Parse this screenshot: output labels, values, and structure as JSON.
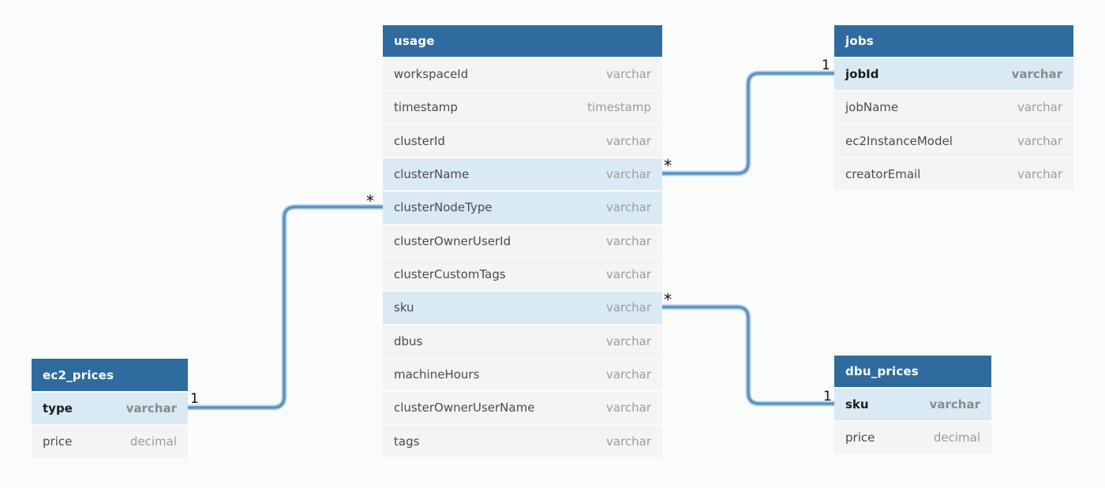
{
  "diagram": {
    "colors": {
      "header_bg": "#2f6b9f",
      "row_bg": "#f4f4f4",
      "highlight_bg": "#daeaf4",
      "connector": "#5b94c6",
      "page_bg": "#fafbfb"
    },
    "tables": {
      "usage": {
        "title": "usage",
        "fields": [
          {
            "name": "workspaceId",
            "type": "varchar"
          },
          {
            "name": "timestamp",
            "type": "timestamp"
          },
          {
            "name": "clusterId",
            "type": "varchar"
          },
          {
            "name": "clusterName",
            "type": "varchar",
            "highlight": true
          },
          {
            "name": "clusterNodeType",
            "type": "varchar",
            "highlight": true
          },
          {
            "name": "clusterOwnerUserId",
            "type": "varchar"
          },
          {
            "name": "clusterCustomTags",
            "type": "varchar"
          },
          {
            "name": "sku",
            "type": "varchar",
            "highlight": true
          },
          {
            "name": "dbus",
            "type": "varchar"
          },
          {
            "name": "machineHours",
            "type": "varchar"
          },
          {
            "name": "clusterOwnerUserName",
            "type": "varchar"
          },
          {
            "name": "tags",
            "type": "varchar"
          }
        ]
      },
      "jobs": {
        "title": "jobs",
        "fields": [
          {
            "name": "jobId",
            "type": "varchar",
            "key": true
          },
          {
            "name": "jobName",
            "type": "varchar"
          },
          {
            "name": "ec2InstanceModel",
            "type": "varchar"
          },
          {
            "name": "creatorEmail",
            "type": "varchar"
          }
        ]
      },
      "ec2_prices": {
        "title": "ec2_prices",
        "fields": [
          {
            "name": "type",
            "type": "varchar",
            "key": true
          },
          {
            "name": "price",
            "type": "decimal"
          }
        ]
      },
      "dbu_prices": {
        "title": "dbu_prices",
        "fields": [
          {
            "name": "sku",
            "type": "varchar",
            "key": true
          },
          {
            "name": "price",
            "type": "decimal"
          }
        ]
      }
    },
    "relationships": [
      {
        "one_table": "ec2_prices",
        "one_field": "type",
        "one_cardinality": "1",
        "many_table": "usage",
        "many_field": "clusterNodeType",
        "many_cardinality": "*"
      },
      {
        "one_table": "jobs",
        "one_field": "jobId",
        "one_cardinality": "1",
        "many_table": "usage",
        "many_field": "clusterName",
        "many_cardinality": "*"
      },
      {
        "one_table": "dbu_prices",
        "one_field": "sku",
        "one_cardinality": "1",
        "many_table": "usage",
        "many_field": "sku",
        "many_cardinality": "*"
      }
    ]
  }
}
